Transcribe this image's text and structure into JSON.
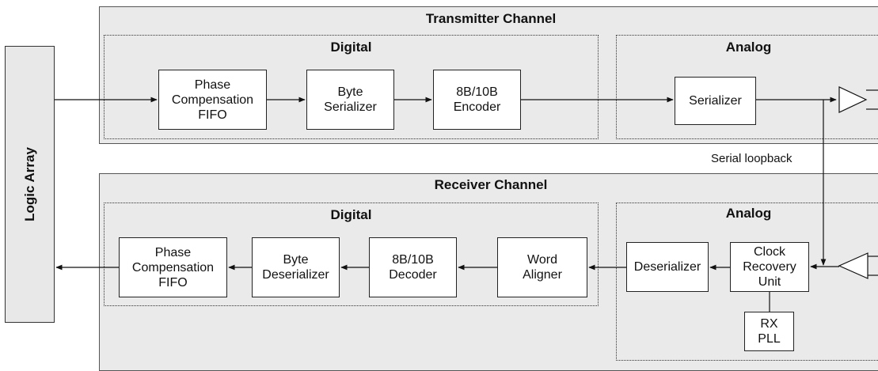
{
  "logic_array": {
    "label": "Logic Array"
  },
  "transmitter": {
    "title": "Transmitter Channel",
    "digital": {
      "title": "Digital",
      "blocks": [
        "Phase\nCompensation\nFIFO",
        "Byte\nSerializer",
        "8B/10B\nEncoder"
      ]
    },
    "analog": {
      "title": "Analog",
      "blocks": [
        "Serializer"
      ]
    }
  },
  "loopback": {
    "label": "Serial loopback"
  },
  "receiver": {
    "title": "Receiver Channel",
    "digital": {
      "title": "Digital",
      "blocks": [
        "Phase\nCompensation\nFIFO",
        "Byte\nDeserializer",
        "8B/10B\nDecoder",
        "Word\nAligner"
      ]
    },
    "analog": {
      "title": "Analog",
      "blocks": [
        "Deserializer",
        "Clock\nRecovery\nUnit",
        "RX\nPLL"
      ]
    }
  }
}
